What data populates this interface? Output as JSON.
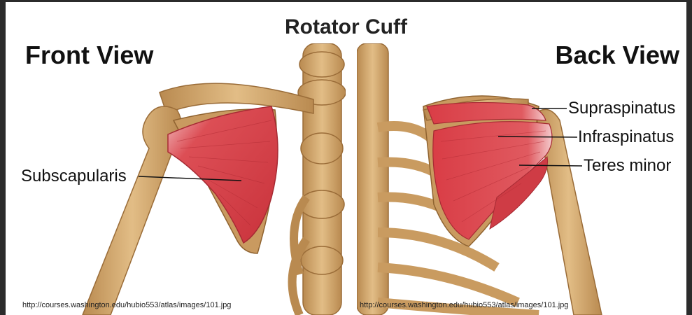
{
  "title": "Rotator Cuff",
  "front": {
    "heading": "Front View",
    "labels": [
      {
        "text": "Subscapularis"
      }
    ],
    "source_url": "http://courses.washington.edu/hubio553/atlas/images/101.jpg"
  },
  "back": {
    "heading": "Back View",
    "labels": [
      {
        "text": "Supraspinatus"
      },
      {
        "text": "Infraspinatus"
      },
      {
        "text": "Teres minor"
      }
    ],
    "source_url": "http://courses.washington.edu/hubio553/atlas/images/101.jpg"
  },
  "colors": {
    "bone": "#d9b07a",
    "bone_shadow": "#a87a45",
    "muscle": "#d8434a",
    "tendon": "#f2c2c4"
  }
}
